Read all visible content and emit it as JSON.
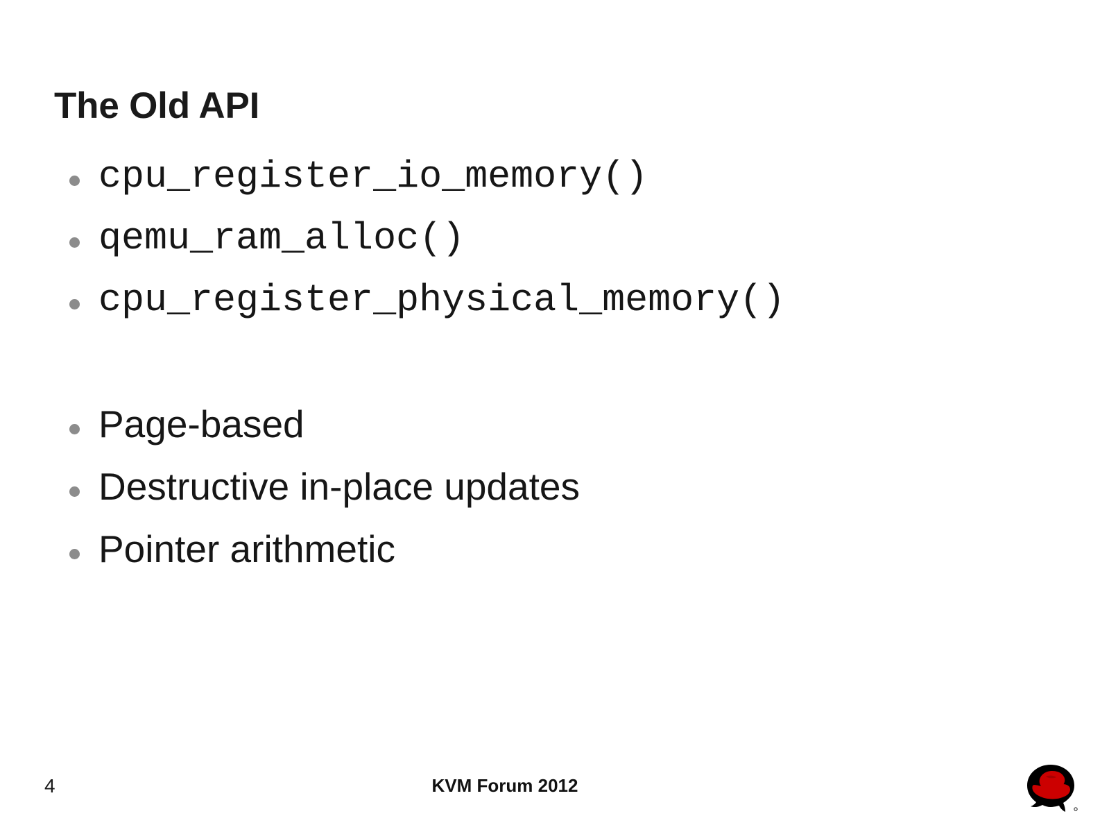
{
  "slide": {
    "title": "The Old API",
    "background_color": "#ffffff",
    "text_color": "#161616",
    "bullet_color": "#8c8c8c"
  },
  "body": {
    "groups": [
      {
        "style": "monospace",
        "items": [
          {
            "label": "cpu_register_io_memory()"
          },
          {
            "label": "qemu_ram_alloc()"
          },
          {
            "label": "cpu_register_physical_memory()"
          }
        ]
      },
      {
        "style": "sans-serif",
        "items": [
          {
            "label": "Page-based"
          },
          {
            "label": "Destructive in-place updates"
          },
          {
            "label": "Pointer arithmetic"
          }
        ]
      }
    ]
  },
  "footer": {
    "page_number": "4",
    "center_text": "KVM Forum 2012",
    "logo": {
      "name": "red-hat-shadowman-logo",
      "hat_color": "#cc0000",
      "silhouette_color": "#000000"
    }
  }
}
